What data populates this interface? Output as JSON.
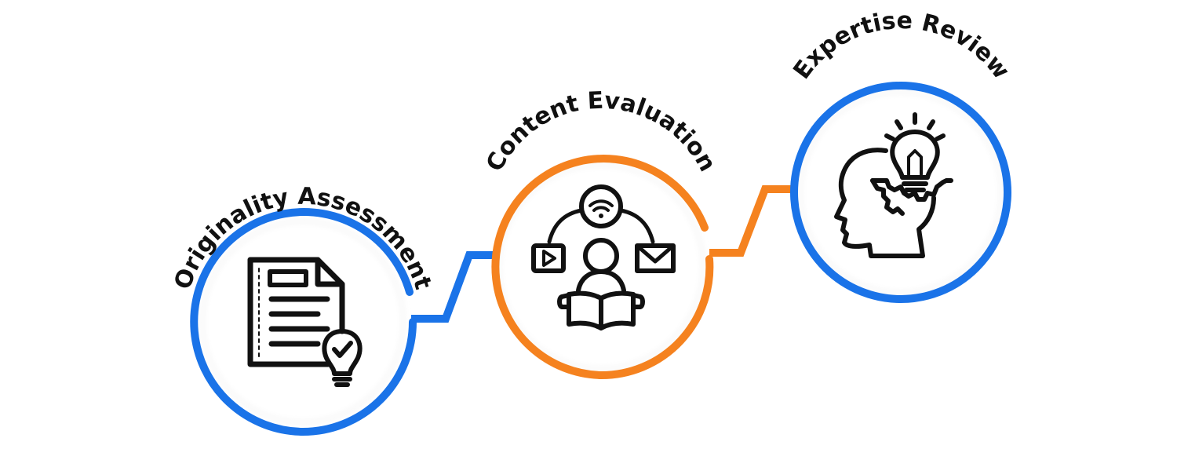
{
  "steps": [
    {
      "label": "Originality Assessment",
      "icon": "document-check-icon",
      "color": "#1a73e8"
    },
    {
      "label": "Content Evaluation",
      "icon": "reader-media-icon",
      "color": "#f5821f"
    },
    {
      "label": "Expertise Review",
      "icon": "head-lightbulb-gear-icon",
      "color": "#1a73e8"
    }
  ],
  "colors": {
    "blue": "#1a73e8",
    "orange": "#f5821f",
    "ink": "#111111"
  }
}
